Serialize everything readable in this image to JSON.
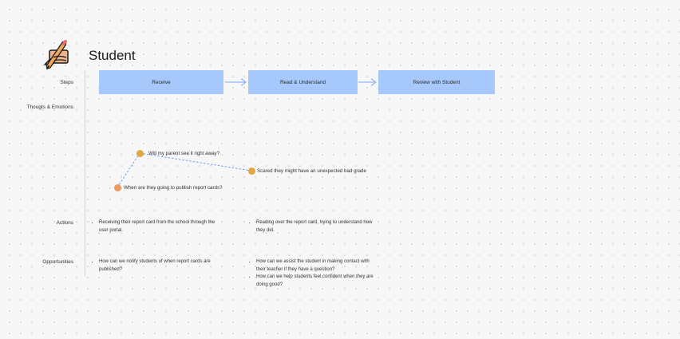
{
  "persona": {
    "title": "Student",
    "avatar_icon": "hand-writing-pencil-icon"
  },
  "rows": {
    "steps": "Steps",
    "thoughts": "Thougts & Emotions",
    "actions": "Actions",
    "opportunities": "Opportunities"
  },
  "steps": [
    {
      "label": "Receive"
    },
    {
      "label": "Read & Understand"
    },
    {
      "label": "Review with Student"
    }
  ],
  "thoughts": [
    {
      "text": "Will my parent see it right away?",
      "color": "#e3a640"
    },
    {
      "text": "Scared they might have an unexpected bad grade",
      "color": "#e3a640"
    },
    {
      "text": "When are they going to publish report cards?",
      "color": "#ee9a5e"
    }
  ],
  "actions": [
    [
      "Receiving their report card from the school through the user portal."
    ],
    [
      "Reading over the report card, trying to understand how they did."
    ]
  ],
  "opportunities": [
    [
      "How can we notify students of when report cards are published?"
    ],
    [
      "How can we assist the student in making contact with their teacher if they have a question?",
      "How can we help students feel confident when they are doing good?"
    ]
  ],
  "colors": {
    "step_fill": "#a6c8fa",
    "arrow": "#8fb8f5",
    "connector": "#6aa2ec"
  }
}
